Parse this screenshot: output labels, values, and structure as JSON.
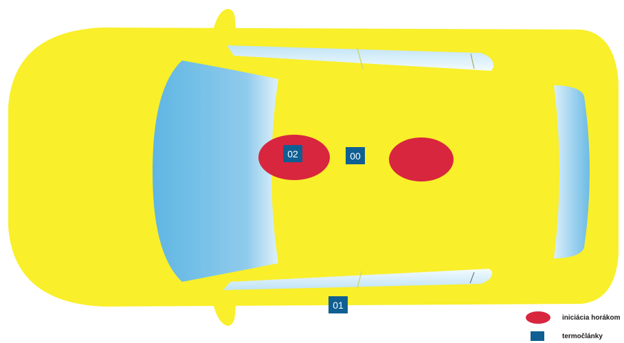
{
  "colors": {
    "car_body": "#f9ef2a",
    "glass_light": "#e6f5fb",
    "glass_dark": "#5fb6e3",
    "burner": "#d8263f",
    "thermocouple": "#0f5f93",
    "thermocouple_text": "#ffffff"
  },
  "burners": [
    {
      "id": "burner-front-seat"
    },
    {
      "id": "burner-rear-seat"
    }
  ],
  "thermocouples": [
    {
      "label": "02"
    },
    {
      "label": "00"
    },
    {
      "label": "01"
    }
  ],
  "legend": {
    "burner_label": "iniciácia horákom",
    "thermocouple_label": "termočlánky"
  }
}
